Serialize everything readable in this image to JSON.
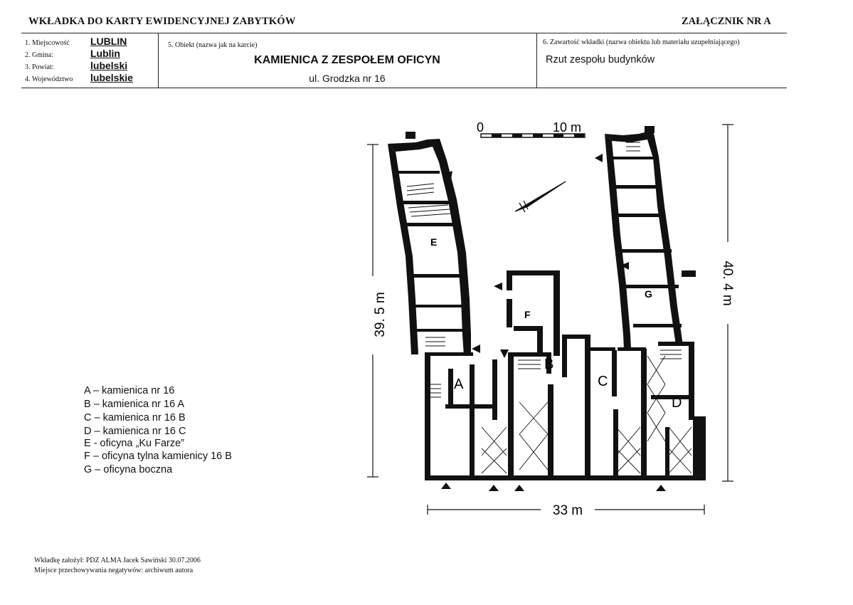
{
  "header": {
    "title": "WKŁADKA DO KARTY EWIDENCYJNEJ ZABYTKÓW",
    "attachment": "ZAŁĄCZNIK NR A"
  },
  "location": [
    {
      "label": "1. Miejscowość",
      "value": "LUBLIN"
    },
    {
      "label": "2. Gmina:",
      "value": "Lublin"
    },
    {
      "label": "3. Powiat:",
      "value": "lubelski"
    },
    {
      "label": "4. Województwo",
      "value": "lubelskie"
    }
  ],
  "object": {
    "label": "5. Obiekt (nazwa jak na karcie)",
    "name": "KAMIENICA Z ZESPOŁEM OFICYN",
    "address": "ul. Grodzka nr 16"
  },
  "content": {
    "label": "6. Zawartość wkładki (nazwa obiektu lub materiału uzupełniającego)",
    "value": "Rzut zespołu budynków"
  },
  "plan": {
    "scale_start": "0",
    "scale_end": "10 m",
    "dim_left": "39. 5 m",
    "dim_right": "40. 4 m",
    "dim_bottom": "33 m",
    "building_labels": [
      "A",
      "B",
      "C",
      "D",
      "E",
      "F",
      "G"
    ]
  },
  "legend": [
    "A – kamienica nr 16",
    "B – kamienica nr 16 A",
    "C – kamienica nr 16 B",
    "D – kamienica nr 16 C",
    "E  - oficyna „Ku Farze”",
    "F – oficyna tylna kamienicy 16 B",
    "G – oficyna boczna"
  ],
  "footer": {
    "author": "Wkładkę założył: PDZ ALMA Jacek Sawiński  30.07.2006",
    "storage": "Miejsce przechowywania negatywów: archiwum autora"
  }
}
